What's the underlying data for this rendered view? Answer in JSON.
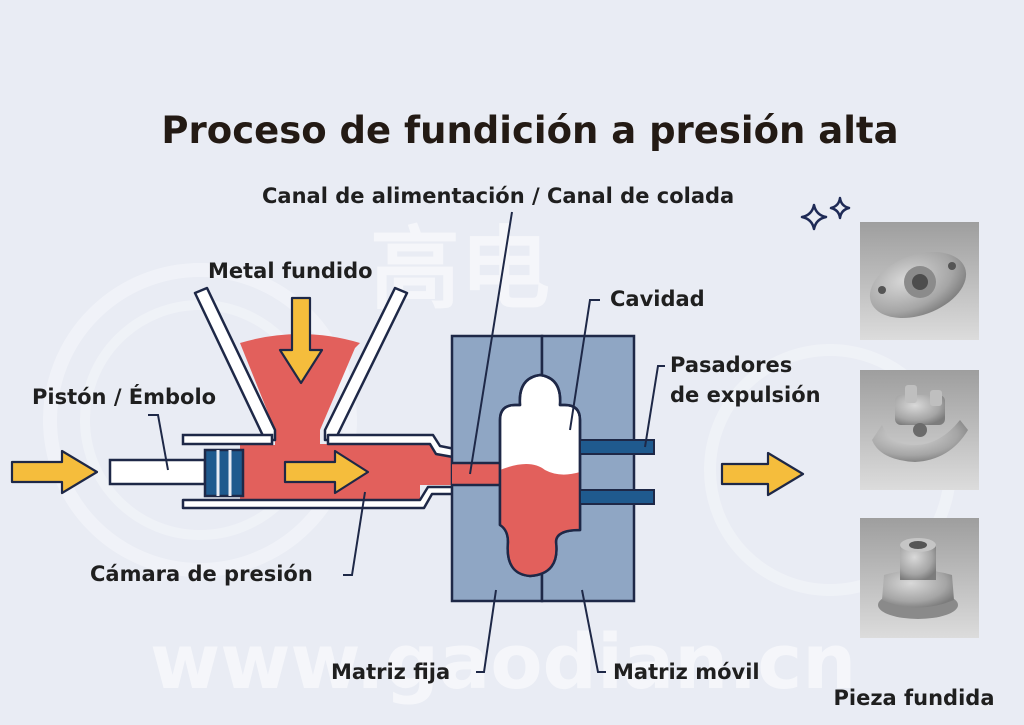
{
  "title": "Proceso de fundición a presión alta",
  "labels": {
    "runner": "Canal de alimentación / Canal de colada",
    "molten_metal": "Metal fundido",
    "cavity": "Cavidad",
    "ejector_pins_line1": "Pasadores",
    "ejector_pins_line2": "de expulsión",
    "piston": "Pistón / Émbolo",
    "shot_chamber": "Cámara de presión",
    "fixed_die": "Matriz fija",
    "moving_die": "Matriz móvil",
    "casting": "Pieza fundida"
  },
  "watermark": {
    "url": "www.gaodian.cn",
    "chinese": "高电"
  },
  "colors": {
    "background": "#e9ecf4",
    "molten_metal": "#e2605c",
    "die": "#8fa6c4",
    "pins": "#1f5a8e",
    "arrow": "#f5bd3c",
    "outline": "#1e2847"
  }
}
